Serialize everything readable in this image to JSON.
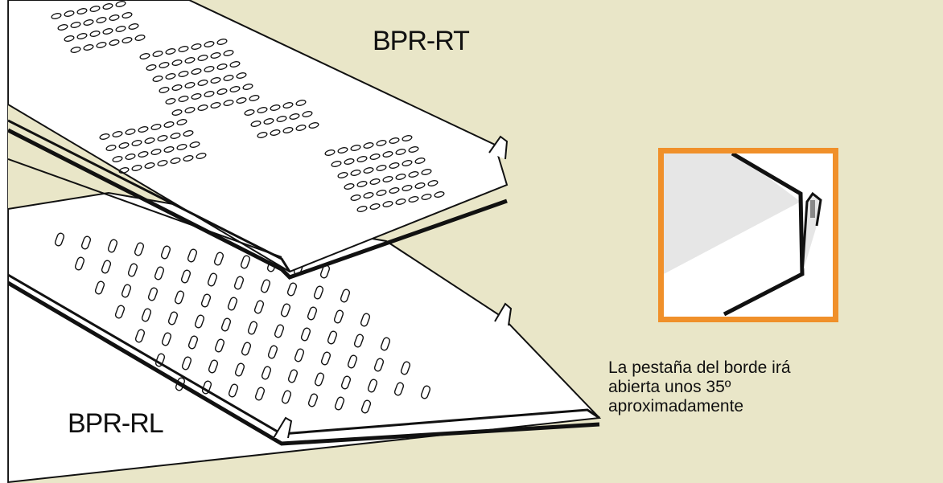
{
  "labels": {
    "top_tray": "BPR-RT",
    "bottom_tray": "BPR-RL"
  },
  "caption": {
    "line1": "La pestaña del borde irá",
    "line2": "abierta unos 35º",
    "line3": "aproximadamente"
  },
  "colors": {
    "background": "#e9e6c8",
    "detail_frame": "#f0902a",
    "tray_fill": "#ffffff",
    "outline": "#111111"
  }
}
